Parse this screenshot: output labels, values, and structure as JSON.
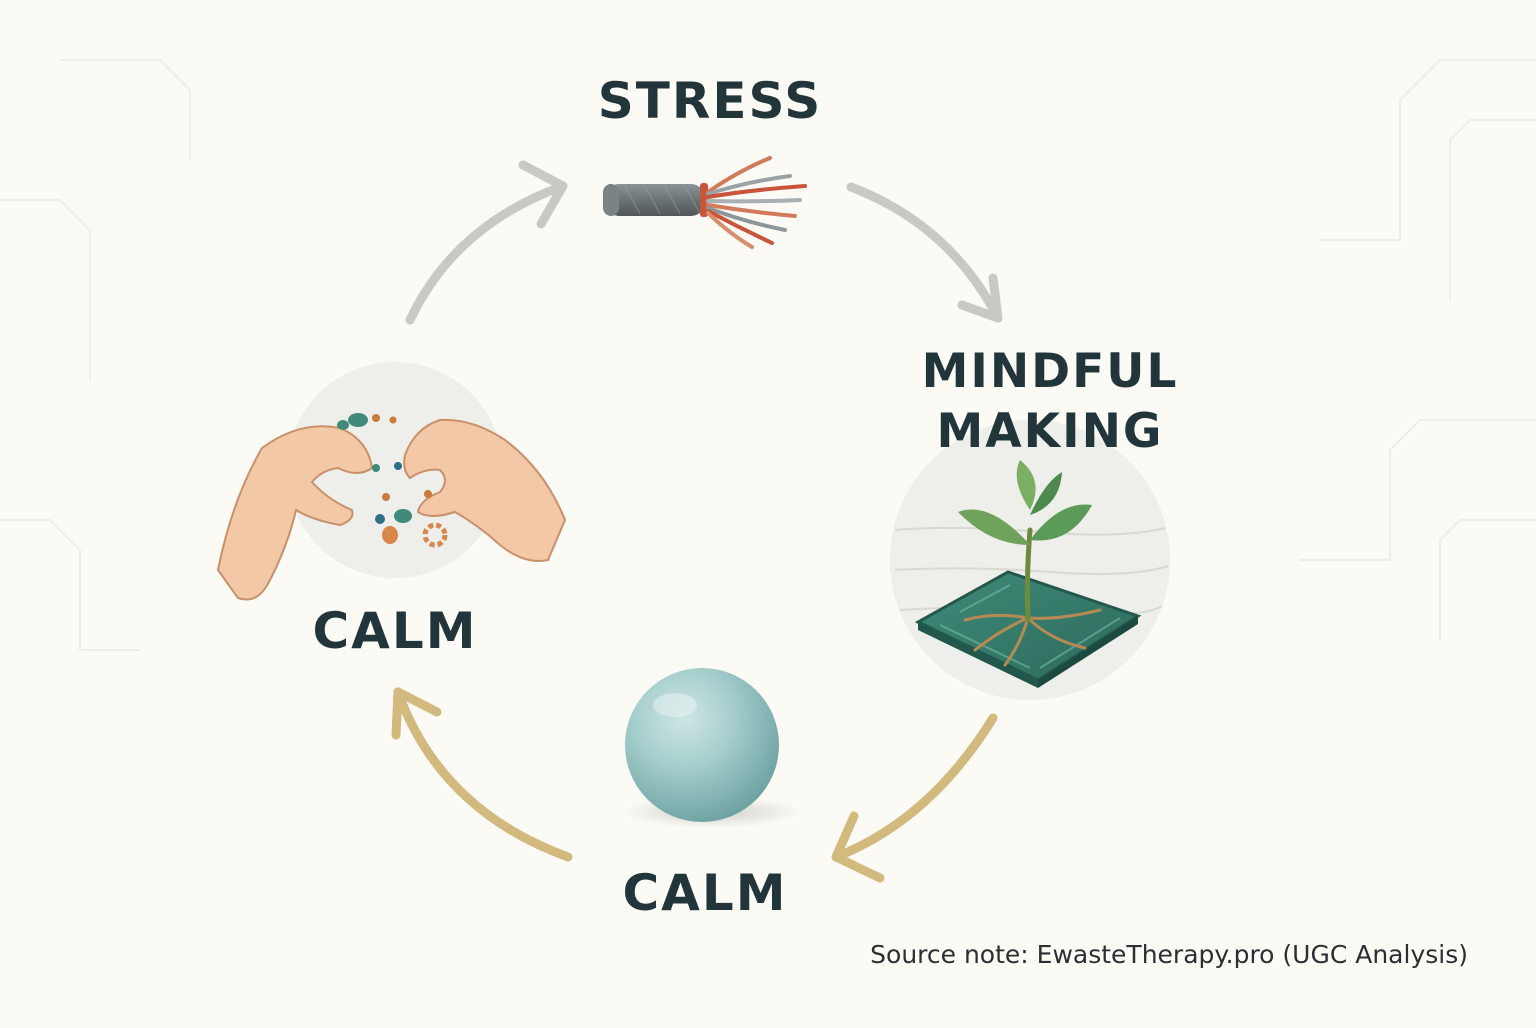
{
  "diagram": {
    "labels": {
      "stress": "STRESS",
      "mindful_line1": "MINDFUL",
      "mindful_line2": "MAKING",
      "calm_left": "CALM",
      "calm_bottom": "CALM"
    },
    "source_note": "Source note: EwasteTherapy.pro (UGC Analysis)",
    "icons": [
      "frayed-cable-icon",
      "sprouting-chip-icon",
      "stress-ball-icon",
      "hands-crafting-icon"
    ],
    "colors": {
      "background": "#fbfaf5",
      "text": "#22353a",
      "arrow_gray": "#c9c9c3",
      "arrow_gold": "#d2b97e"
    }
  }
}
